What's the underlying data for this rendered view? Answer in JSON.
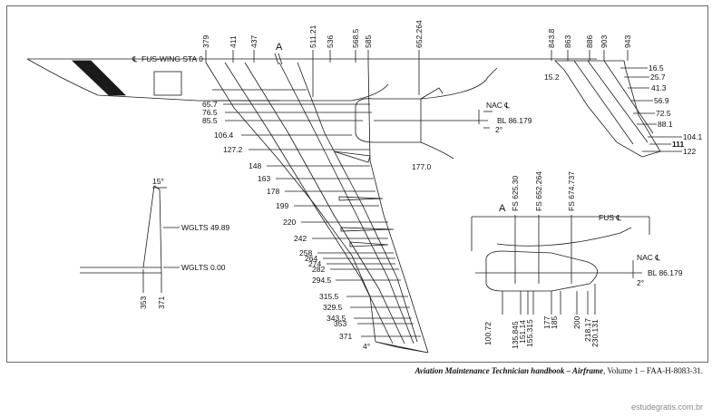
{
  "colors": {
    "line": "#1a1a1a",
    "border": "#6a6a6a",
    "watermark": "#8a8a8a"
  },
  "main_view": {
    "ref_line": "FUS-WING STA 0",
    "section_marker": "A",
    "stations": [
      "379",
      "411",
      "437",
      "511.21",
      "536",
      "568.5",
      "585",
      "652.264",
      "843.8",
      "863",
      "886",
      "903",
      "943"
    ],
    "tip_stations": [
      "16.5",
      "25.7",
      "15.2",
      "41.3",
      "56.9",
      "72.5",
      "88.1",
      "104.1",
      "111",
      "122"
    ],
    "span_stations": [
      "65.7",
      "76.5",
      "85.5",
      "106.4",
      "127.2",
      "148",
      "163",
      "178",
      "199",
      "220",
      "242",
      "258",
      "264",
      "274",
      "282",
      "294.5",
      "315.5",
      "329.5",
      "343.5",
      "353",
      "371"
    ],
    "nacelle_label": "NAC",
    "nacelle_bl": "BL 86.179",
    "nacelle_angle": "2°",
    "engine_station": "177.0",
    "tip_angle": "4°"
  },
  "winglet_view": {
    "angle": "15°",
    "upper_label": "WGLTS 49.89",
    "lower_label": "WGLTS 0.00",
    "stations": [
      "353",
      "371"
    ]
  },
  "section_view": {
    "marker": "A",
    "fs_labels": [
      "FS 625.30",
      "FS 652.264",
      "FS 674.737"
    ],
    "fus_label": "FUS",
    "nacelle_label": "NAC",
    "nacelle_bl": "BL 86.179",
    "nacelle_angle": "2°",
    "bottom_stations": [
      "100.72",
      "135.845",
      "151.14",
      "155.315",
      "177",
      "185",
      "200",
      "218.17",
      "230.131"
    ]
  },
  "caption": {
    "bold": "Aviation Maintenance Technician handbook – Airframe",
    "rest": ", Volume 1 – FAA-H-8083-31."
  },
  "watermark": "estudegratis.com.br"
}
